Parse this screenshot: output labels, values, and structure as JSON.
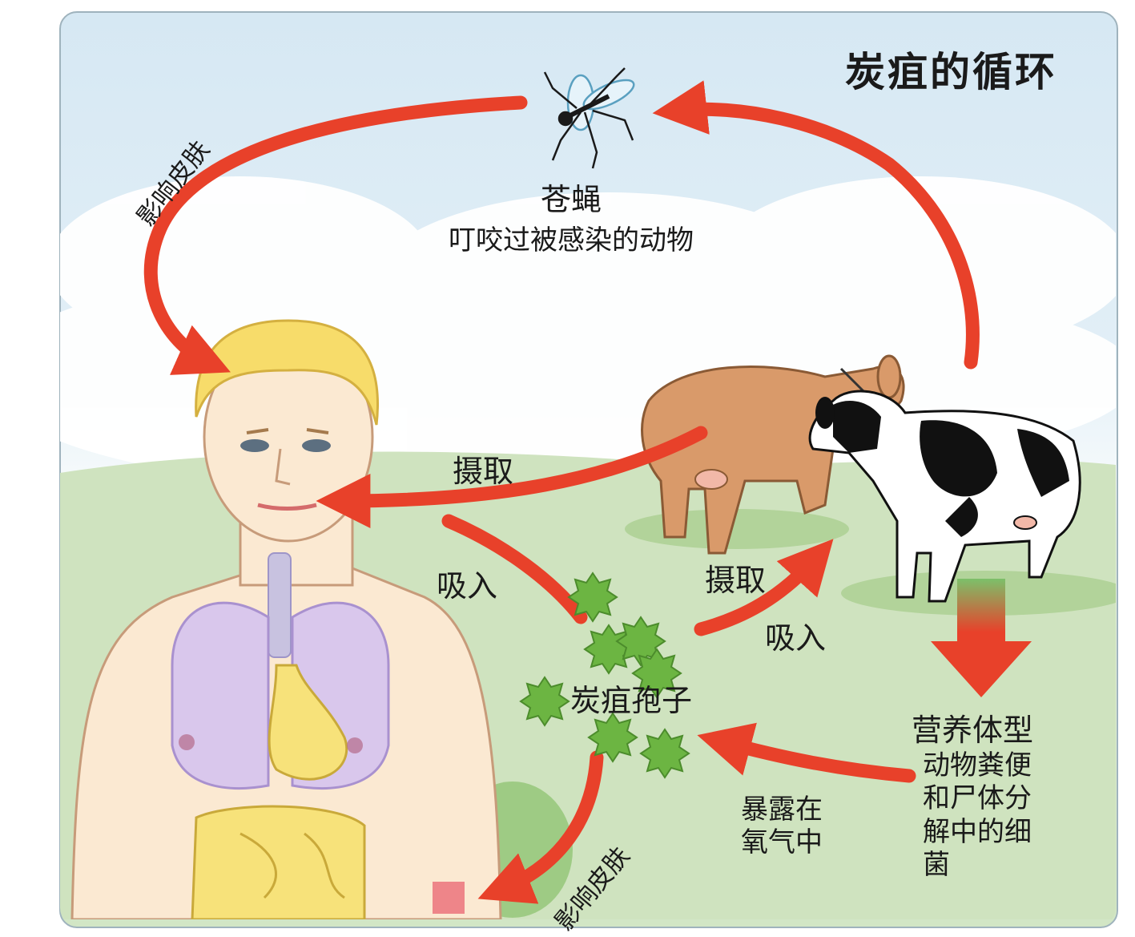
{
  "title": "炭疽的循环",
  "fly": {
    "name": "苍蝇",
    "desc": "叮咬过被感染的动物"
  },
  "spores": "炭疽孢子",
  "arrows": {
    "skin_top": "影响皮肤",
    "skin_bottom": "影响皮肤",
    "ingest_human": "摄取",
    "inhale_human": "吸入",
    "ingest_cattle": "摄取",
    "inhale_cattle": "吸入",
    "exposure": [
      "暴露在",
      "氧气中"
    ]
  },
  "vegetative": {
    "name": "营养体型",
    "desc": [
      "动物粪便",
      "和尸体分",
      "解中的细",
      "菌"
    ]
  },
  "colors": {
    "arrow": "#e8412a",
    "spore": "#6cb542",
    "sky": "#d6e8f3",
    "grass": "#d2e6c5"
  }
}
